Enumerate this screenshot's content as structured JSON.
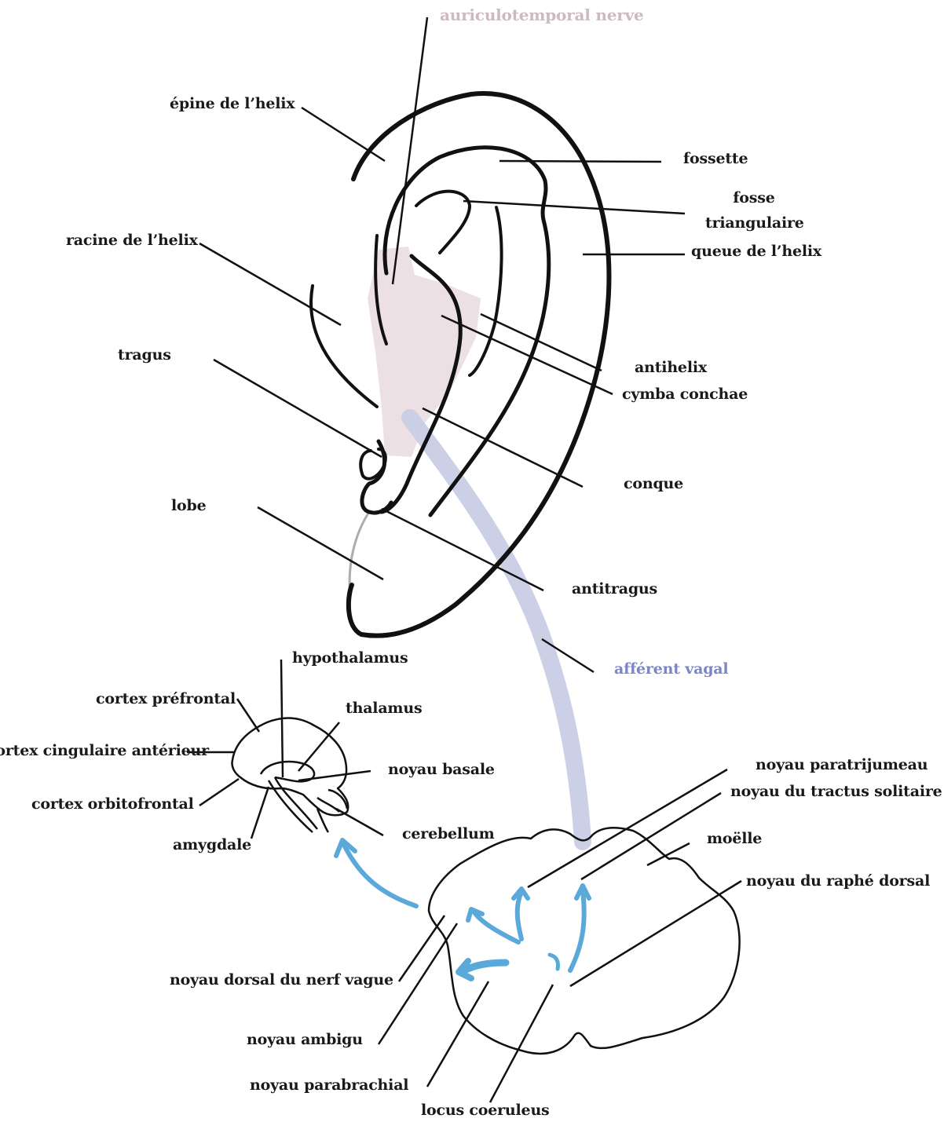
{
  "colors": {
    "ink": "#111111",
    "auriculotemporal": "#ceb8c3",
    "auriculotemporal_region": "#e6d3da",
    "vagal_afferent": "#7b86c8",
    "vagal_band": "#c9cde6",
    "arrows": "#5aa9d9"
  },
  "labels": {
    "auriculotemporal_nerve": "auriculotemporal nerve",
    "epine_helix": "épine de l’helix",
    "fossette": "fossette",
    "fosse_1": "fosse",
    "fosse_2": "triangulaire",
    "queue_helix": "queue de l’helix",
    "racine_helix": "racine de l’helix",
    "tragus": "tragus",
    "antihelix": "antihelix",
    "cymba": "cymba conchae",
    "conque": "conque",
    "lobe": "lobe",
    "antitragus": "antitragus",
    "afferent_vagal": "afférent vagal",
    "hypothalamus": "hypothalamus",
    "cortex_prefrontal": "cortex préfrontal",
    "thalamus": "thalamus",
    "cingulaire": "cortex cingulaire antérieur",
    "noyau_basale": "noyau basale",
    "orbitofrontal": "cortex orbitofrontal",
    "amygdale": "amygdale",
    "cerebellum": "cerebellum",
    "paratrijumeau": "noyau paratrijumeau",
    "tractus": "noyau du tractus solitaire",
    "moelle": "moëlle",
    "raphe": "noyau du raphé dorsal",
    "dorsal_vague": "noyau dorsal du nerf vague",
    "ambigu": "noyau ambigu",
    "parabrachial": "noyau parabrachial",
    "coeruleus": "locus coeruleus"
  }
}
